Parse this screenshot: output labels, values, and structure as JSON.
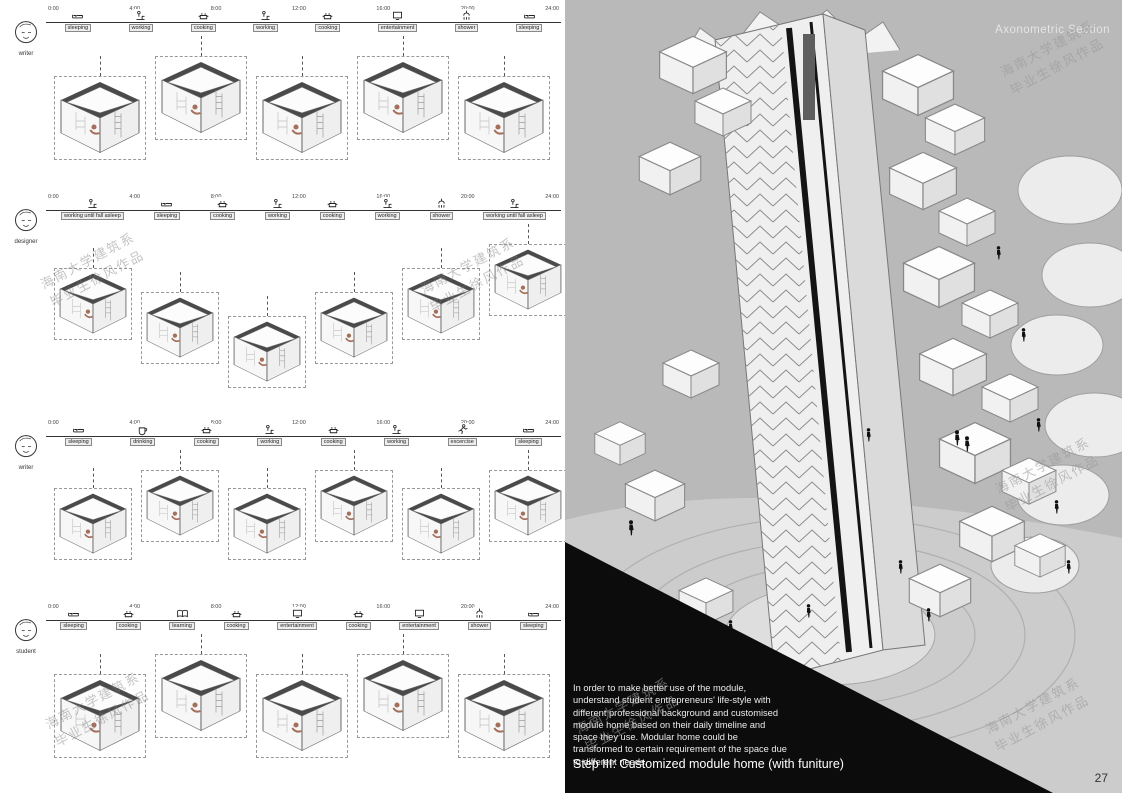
{
  "page": {
    "number": "27",
    "watermark_line1": "海南大学建筑系",
    "watermark_line2": "毕业生徐风作品"
  },
  "colors": {
    "right_panel_bg": "#b9b9b9",
    "wedge_black": "#0c0c0c",
    "module_figure": "#a5705b"
  },
  "right_panel": {
    "corner_label": "Axonometric Section",
    "caption_paragraph": "In order to make better use of the module, understand student entrepreneurs' life-style with different professional background and customised module home based on their daily timeline and space they use. Modular home could be transformed to certain requirement of the space due to different needs.",
    "step_title": "Step III: Customized module home (with funiture)"
  },
  "timelines": [
    {
      "persona": "writer",
      "ticks": [
        "0:00",
        "4:00",
        "8:00",
        "12:00",
        "16:00",
        "20:00",
        "24:00"
      ],
      "activities": [
        {
          "icon": "bed",
          "label": "sleeping"
        },
        {
          "icon": "desk",
          "label": "working"
        },
        {
          "icon": "pot",
          "label": "cooking"
        },
        {
          "icon": "desk",
          "label": "working"
        },
        {
          "icon": "pot",
          "label": "cooking"
        },
        {
          "icon": "tv",
          "label": "entertainment"
        },
        {
          "icon": "shower",
          "label": "shower"
        },
        {
          "icon": "bed",
          "label": "sleeping"
        }
      ],
      "modules": 5
    },
    {
      "persona": "designer",
      "ticks": [
        "0:00",
        "4:00",
        "8:00",
        "12:00",
        "16:00",
        "20:00",
        "24:00"
      ],
      "activities": [
        {
          "icon": "desk",
          "label": "working until fall asleep"
        },
        {
          "icon": "bed",
          "label": "sleeping"
        },
        {
          "icon": "pot",
          "label": "cooking"
        },
        {
          "icon": "desk",
          "label": "working"
        },
        {
          "icon": "pot",
          "label": "cooking"
        },
        {
          "icon": "desk",
          "label": "working"
        },
        {
          "icon": "shower",
          "label": "shower"
        },
        {
          "icon": "desk",
          "label": "working until fall asleep"
        }
      ],
      "modules": 6
    },
    {
      "persona": "writer",
      "ticks": [
        "0:00",
        "4:00",
        "8:00",
        "12:00",
        "16:00",
        "20:00",
        "24:00"
      ],
      "activities": [
        {
          "icon": "bed",
          "label": "sleeping"
        },
        {
          "icon": "cup",
          "label": "drinking"
        },
        {
          "icon": "pot",
          "label": "cooking"
        },
        {
          "icon": "desk",
          "label": "working"
        },
        {
          "icon": "pot",
          "label": "cooking"
        },
        {
          "icon": "desk",
          "label": "working"
        },
        {
          "icon": "run",
          "label": "excercise"
        },
        {
          "icon": "bed",
          "label": "sleeping"
        }
      ],
      "modules": 6
    },
    {
      "persona": "student",
      "ticks": [
        "0:00",
        "4:00",
        "8:00",
        "12:00",
        "16:00",
        "20:00",
        "24:00"
      ],
      "activities": [
        {
          "icon": "bed",
          "label": "sleeping"
        },
        {
          "icon": "pot",
          "label": "cooking"
        },
        {
          "icon": "book",
          "label": "learning"
        },
        {
          "icon": "pot",
          "label": "cooking"
        },
        {
          "icon": "tv",
          "label": "entertainment"
        },
        {
          "icon": "pot",
          "label": "cooking"
        },
        {
          "icon": "tv",
          "label": "entertainment"
        },
        {
          "icon": "shower",
          "label": "shower"
        },
        {
          "icon": "bed",
          "label": "sleeping"
        }
      ],
      "modules": 5
    }
  ]
}
